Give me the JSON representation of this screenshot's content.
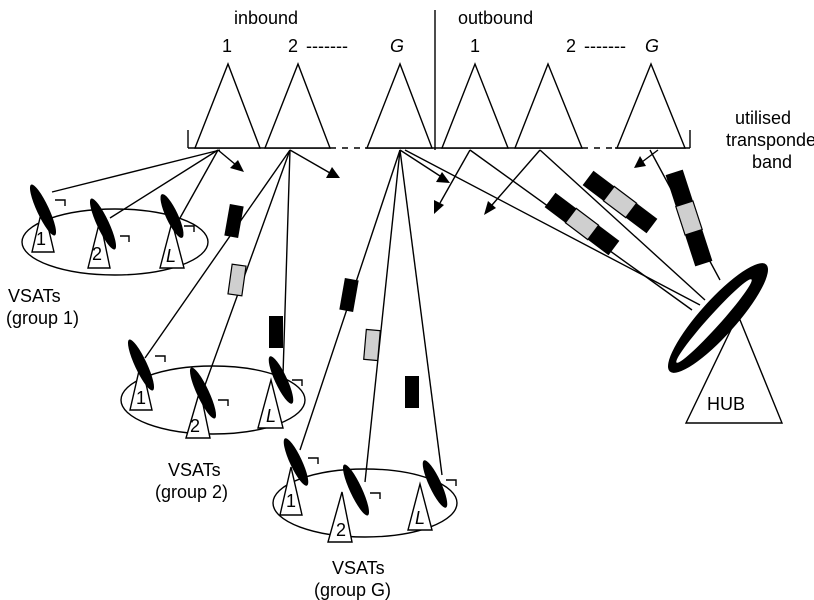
{
  "header": {
    "inbound": "inbound",
    "outbound": "outbound"
  },
  "carriers": {
    "in_1": "1",
    "in_2": "2",
    "in_dash": "-------",
    "in_G": "G",
    "out_1": "1",
    "out_2": "2",
    "out_dash": "-------",
    "out_G": "G"
  },
  "band_label": [
    "utilised",
    "transponder",
    "band"
  ],
  "groups": [
    {
      "title": "VSATs",
      "subtitle": "(group 1)",
      "vsats": [
        "1",
        "2",
        "L"
      ]
    },
    {
      "title": "VSATs",
      "subtitle": "(group 2)",
      "vsats": [
        "1",
        "2",
        "L"
      ]
    },
    {
      "title": "VSATs",
      "subtitle": "(group G)",
      "vsats": [
        "1",
        "2",
        "L"
      ]
    }
  ],
  "hub_label": "HUB"
}
